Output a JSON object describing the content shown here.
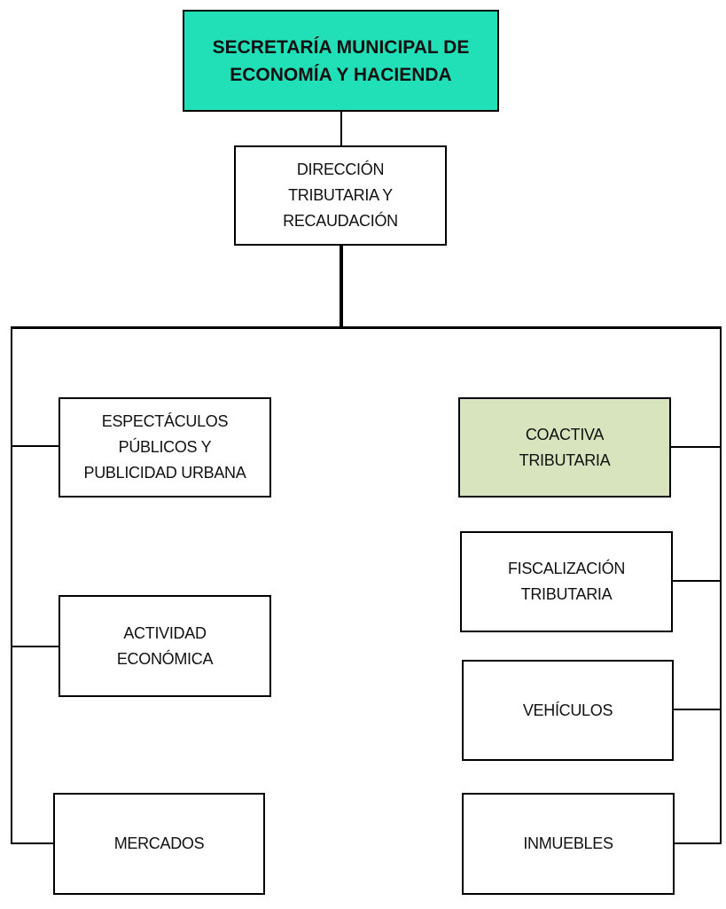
{
  "colors": {
    "top_fill": "#21e0b8",
    "highlight_fill": "#d7e4bd",
    "default_fill": "#ffffff",
    "line": "#000000"
  },
  "org": {
    "top": {
      "label": "SECRETARÍA MUNICIPAL DE\nECONOMÍA Y HACIENDA"
    },
    "direction": {
      "label": "DIRECCIÓN\nTRIBUTARIA Y\nRECAUDACIÓN"
    },
    "left_units": [
      {
        "label": "ESPECTÁCULOS\nPÚBLICOS Y\nPUBLICIDAD URBANA"
      },
      {
        "label": "ACTIVIDAD\nECONÓMICA"
      },
      {
        "label": "MERCADOS"
      }
    ],
    "right_units": [
      {
        "label": "COACTIVA\nTRIBUTARIA",
        "highlighted": true
      },
      {
        "label": "FISCALIZACIÓN\nTRIBUTARIA"
      },
      {
        "label": "VEHÍCULOS"
      },
      {
        "label": "INMUEBLES"
      }
    ]
  }
}
